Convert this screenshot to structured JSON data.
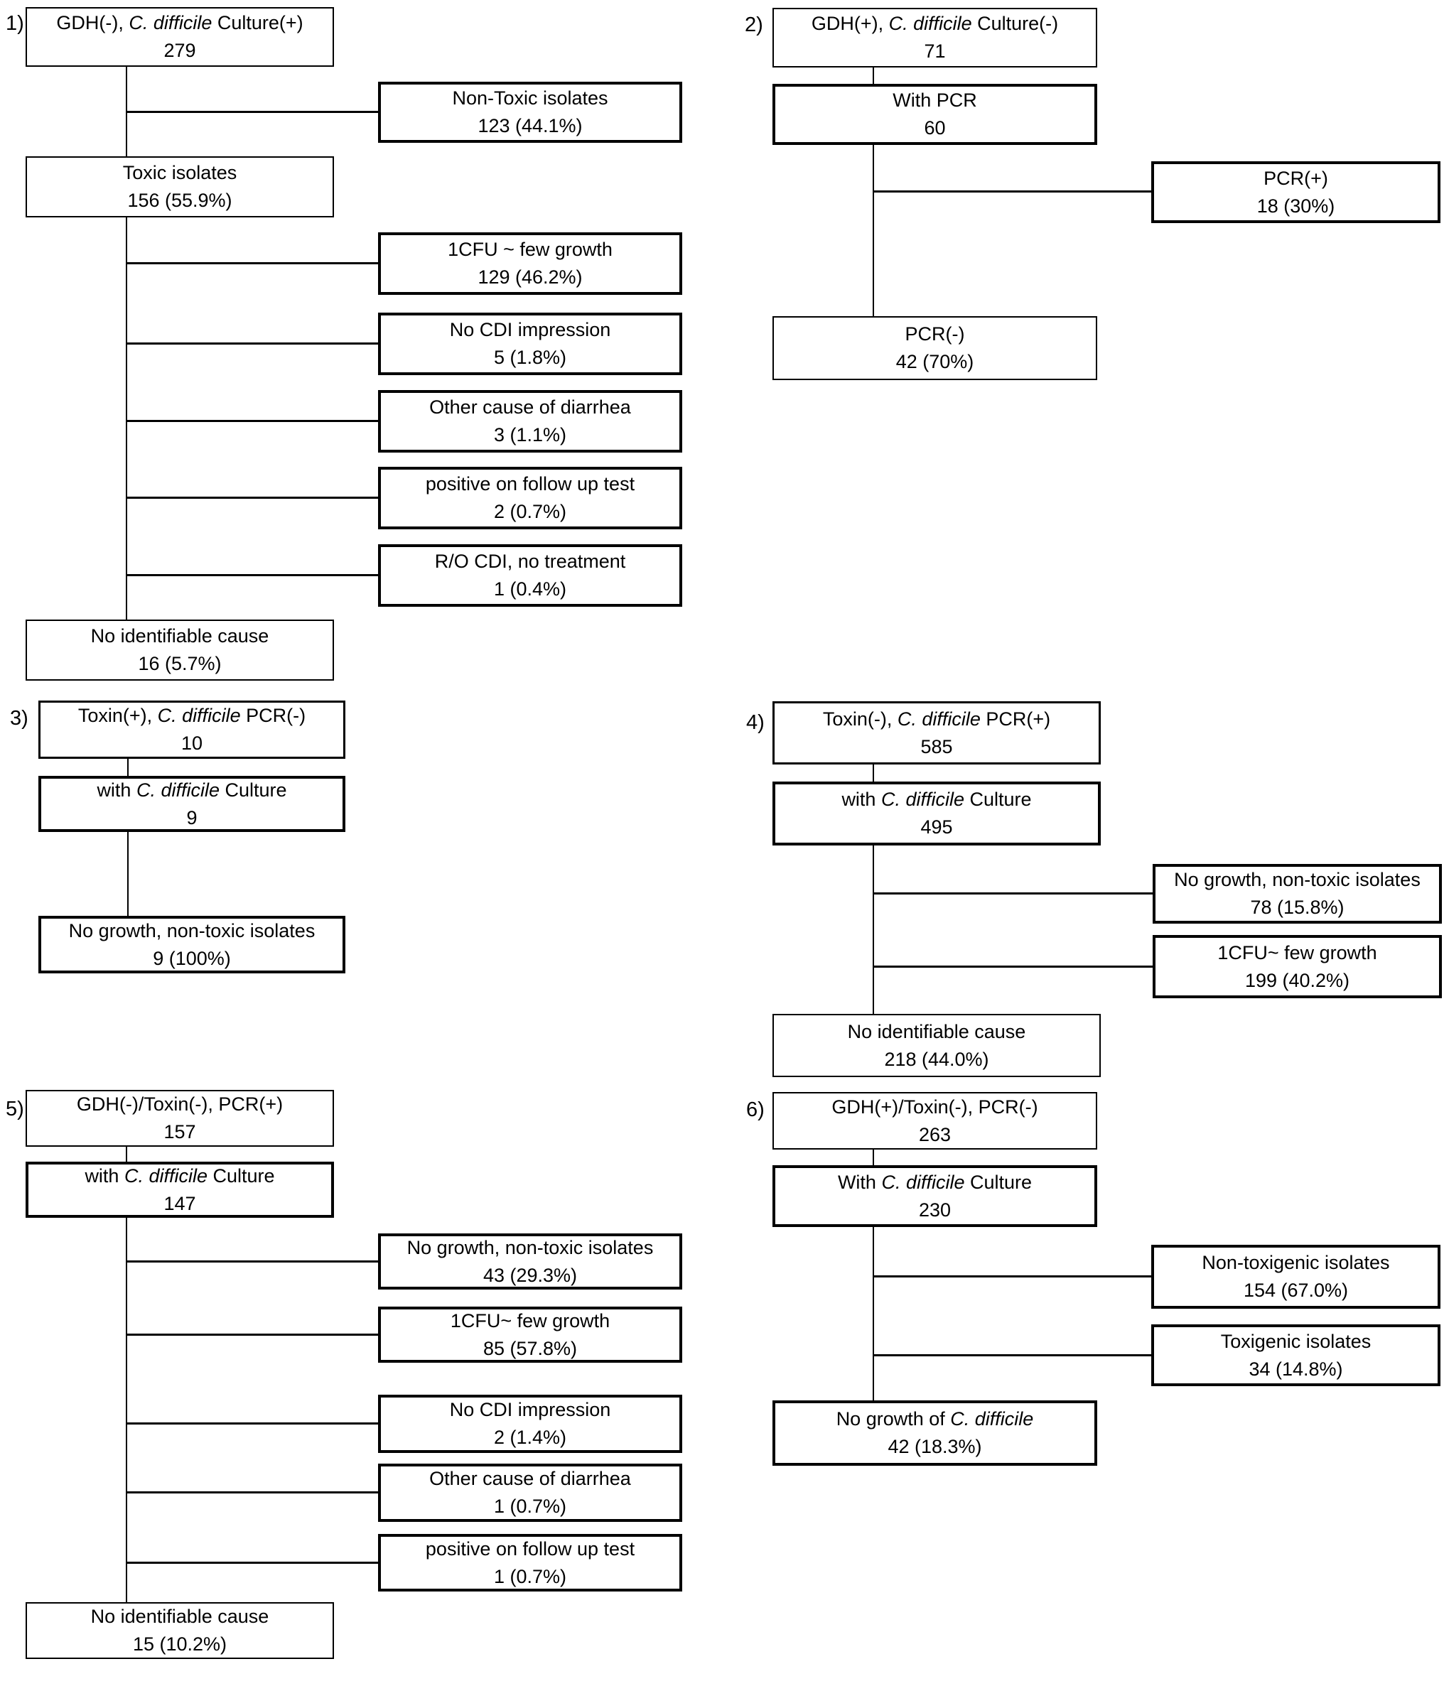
{
  "s1": {
    "num": "1)",
    "root": {
      "pre": "GDH(-), ",
      "it": "C. difficile",
      "post": " Culture(+)",
      "count": "279"
    },
    "nontoxic": {
      "pre": "Non-Toxic isolates",
      "count": "123 (44.1%)"
    },
    "toxic": {
      "pre": "Toxic isolates",
      "count": "156 (55.9%)"
    },
    "cfu": {
      "pre": "1CFU ~ few growth",
      "count": "129 (46.2%)"
    },
    "nocdi": {
      "pre": "No CDI impression",
      "count": "5 (1.8%)"
    },
    "other": {
      "pre": "Other cause of diarrhea",
      "count": "3 (1.1%)"
    },
    "followup": {
      "pre": "positive on follow up test",
      "count": "2 (0.7%)"
    },
    "rocdi": {
      "pre": "R/O CDI, no treatment",
      "count": "1 (0.4%)"
    },
    "noident": {
      "pre": "No identifiable cause",
      "count": "16 (5.7%)"
    }
  },
  "s2": {
    "num": "2)",
    "root": {
      "pre": "GDH(+), ",
      "it": "C. difficile",
      "post": " Culture(-)",
      "count": "71"
    },
    "withpcr": {
      "pre": "With PCR",
      "count": "60"
    },
    "pcrpos": {
      "pre": "PCR(+)",
      "count": "18 (30%)"
    },
    "pcrneg": {
      "pre": "PCR(-)",
      "count": "42 (70%)"
    }
  },
  "s3": {
    "num": "3)",
    "root": {
      "pre": "Toxin(+), ",
      "it": "C. difficile",
      "post": " PCR(-)",
      "count": "10"
    },
    "culture": {
      "pre": "with ",
      "it": "C. difficile",
      "post": " Culture",
      "count": "9"
    },
    "nogrowth": {
      "pre": "No growth, non-toxic isolates",
      "count": "9 (100%)"
    }
  },
  "s4": {
    "num": "4)",
    "root": {
      "pre": "Toxin(-), ",
      "it": "C. difficile",
      "post": " PCR(+)",
      "count": "585"
    },
    "culture": {
      "pre": "with ",
      "it": "C. difficile",
      "post": " Culture",
      "count": "495"
    },
    "nogrowth": {
      "pre": "No growth, non-toxic isolates",
      "count": "78 (15.8%)"
    },
    "cfu": {
      "pre": "1CFU~ few growth",
      "count": "199 (40.2%)"
    },
    "noident": {
      "pre": "No identifiable cause",
      "count": "218 (44.0%)"
    }
  },
  "s5": {
    "num": "5)",
    "root": {
      "pre": "GDH(-)/Toxin(-), PCR(+)",
      "count": "157"
    },
    "culture": {
      "pre": "with ",
      "it": "C. difficile",
      "post": " Culture",
      "count": "147"
    },
    "nogrowth": {
      "pre": "No growth, non-toxic isolates",
      "count": "43 (29.3%)"
    },
    "cfu": {
      "pre": "1CFU~ few growth",
      "count": "85 (57.8%)"
    },
    "nocdi": {
      "pre": "No CDI impression",
      "count": "2 (1.4%)"
    },
    "other": {
      "pre": "Other cause of diarrhea",
      "count": "1 (0.7%)"
    },
    "followup": {
      "pre": "positive on follow up test",
      "count": "1 (0.7%)"
    },
    "noident": {
      "pre": "No identifiable cause",
      "count": "15 (10.2%)"
    }
  },
  "s6": {
    "num": "6)",
    "root": {
      "pre": "GDH(+)/Toxin(-), PCR(-)",
      "count": "263"
    },
    "culture": {
      "pre": "With ",
      "it": "C. difficile",
      "post": " Culture",
      "count": "230"
    },
    "nontoxigenic": {
      "pre": "Non-toxigenic isolates",
      "count": "154 (67.0%)"
    },
    "toxigenic": {
      "pre": "Toxigenic isolates",
      "count": "34 (14.8%)"
    },
    "nogrowth": {
      "pre": "No growth of ",
      "it": "C. difficile",
      "count": "42 (18.3%)"
    }
  }
}
